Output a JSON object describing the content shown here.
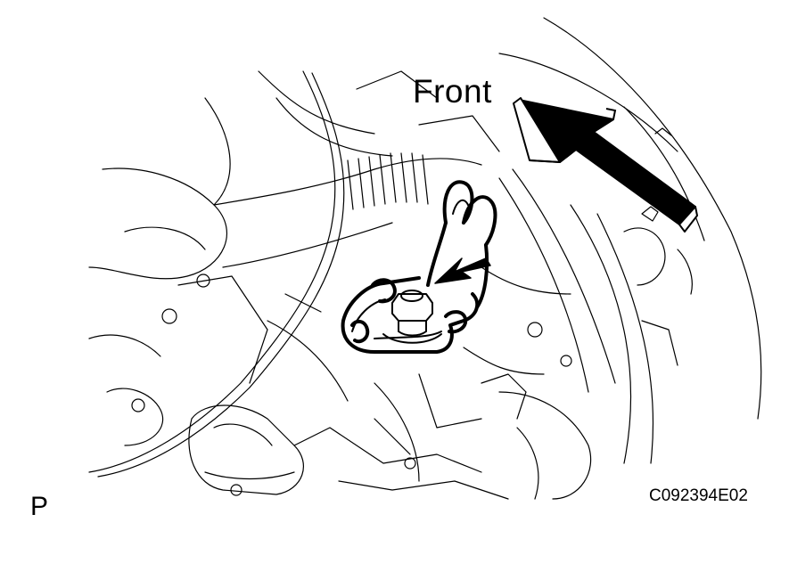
{
  "labels": {
    "front": "Front",
    "view_marker": "P",
    "figure_code": "C092394E02"
  },
  "colors": {
    "ink": "#000000",
    "paper": "#ffffff"
  },
  "icons": {
    "direction_arrow": "front-direction-arrow-icon",
    "callout_arrow": "pointer-arrow-icon"
  }
}
